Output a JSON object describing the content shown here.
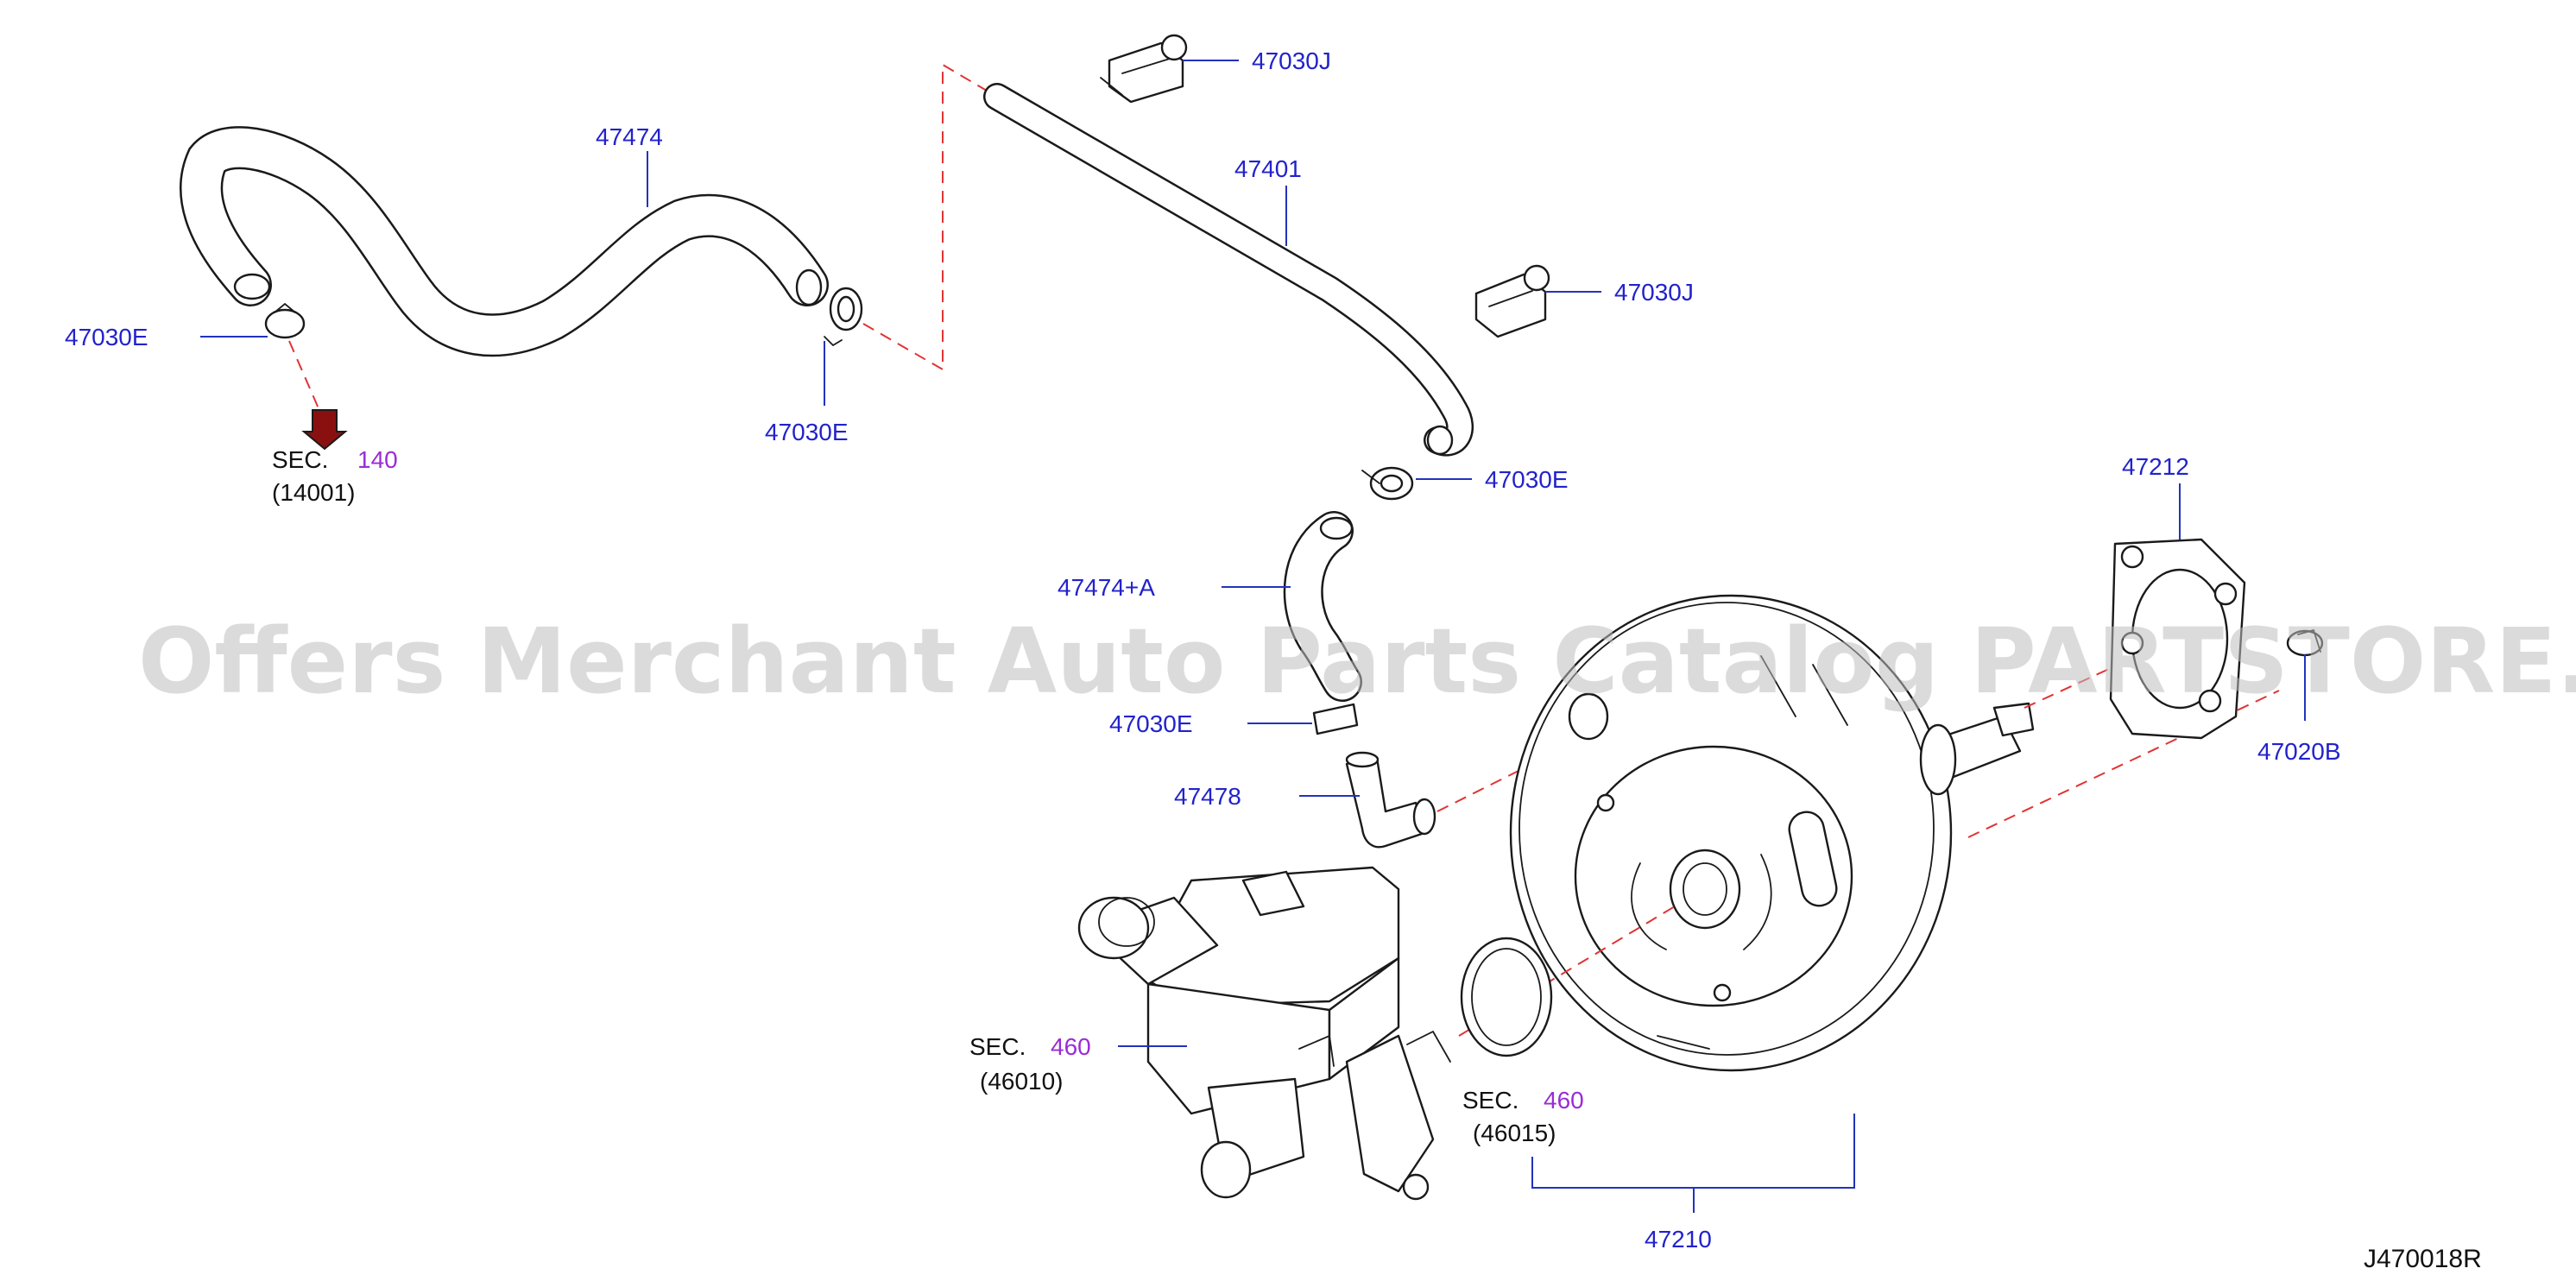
{
  "watermark": "Offers Merchant Auto Parts Catalog PARTSTORE.SA",
  "diagram_code": "J470018R",
  "colors": {
    "part_number": "#2222cc",
    "sec_number": "#9a2cd6",
    "dashed_leader": "#e23333"
  },
  "parts": {
    "clip_top": "47030J",
    "clip_right": "47030J",
    "hose_left": "47474",
    "pipe_upper": "47401",
    "clamp_left_end": "47030E",
    "clamp_mid": "47030E",
    "clamp_lower": "47030E",
    "clamp_small": "47030E",
    "hose_lower": "47474+A",
    "elbow_connector": "47478",
    "gasket": "47212",
    "nut": "47020B",
    "booster": "47210"
  },
  "sections": {
    "engine": {
      "prefix": "SEC.",
      "number": "140",
      "ref": "(14001)"
    },
    "master_cylinder": {
      "prefix": "SEC.",
      "number": "460",
      "ref": "(46010)"
    },
    "seal": {
      "prefix": "SEC.",
      "number": "460",
      "ref": "(46015)"
    }
  }
}
